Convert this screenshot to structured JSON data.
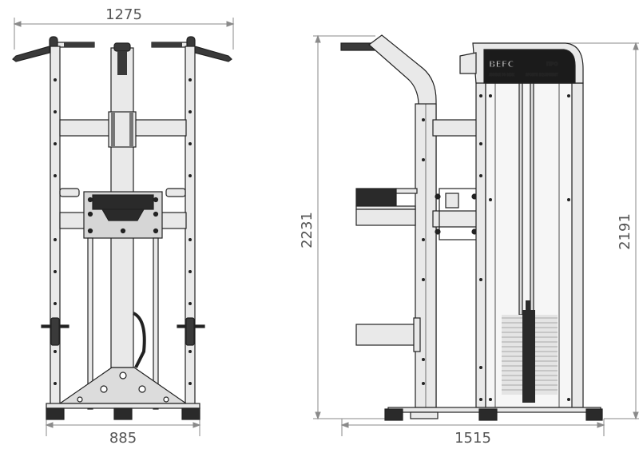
{
  "dimensions": {
    "front_top_width": "1275",
    "front_bottom_width": "885",
    "side_total_height": "2231",
    "side_stack_height": "2191",
    "side_depth": "1515"
  },
  "placard": {
    "logo": "BEFC",
    "small_text_left": "ЛИНИЯ 50 ВЕЖ",
    "small_text_right": "SPORTS EQUIPMENT",
    "mark": "ПРО"
  },
  "colors": {
    "frame": "#e9e9e9",
    "outline": "#222222",
    "dim_line": "#8a8a8a",
    "dim_text": "#555555",
    "grip": "#3a3a3a",
    "placard": "#1b1b1b",
    "accent": "#d9822b"
  }
}
